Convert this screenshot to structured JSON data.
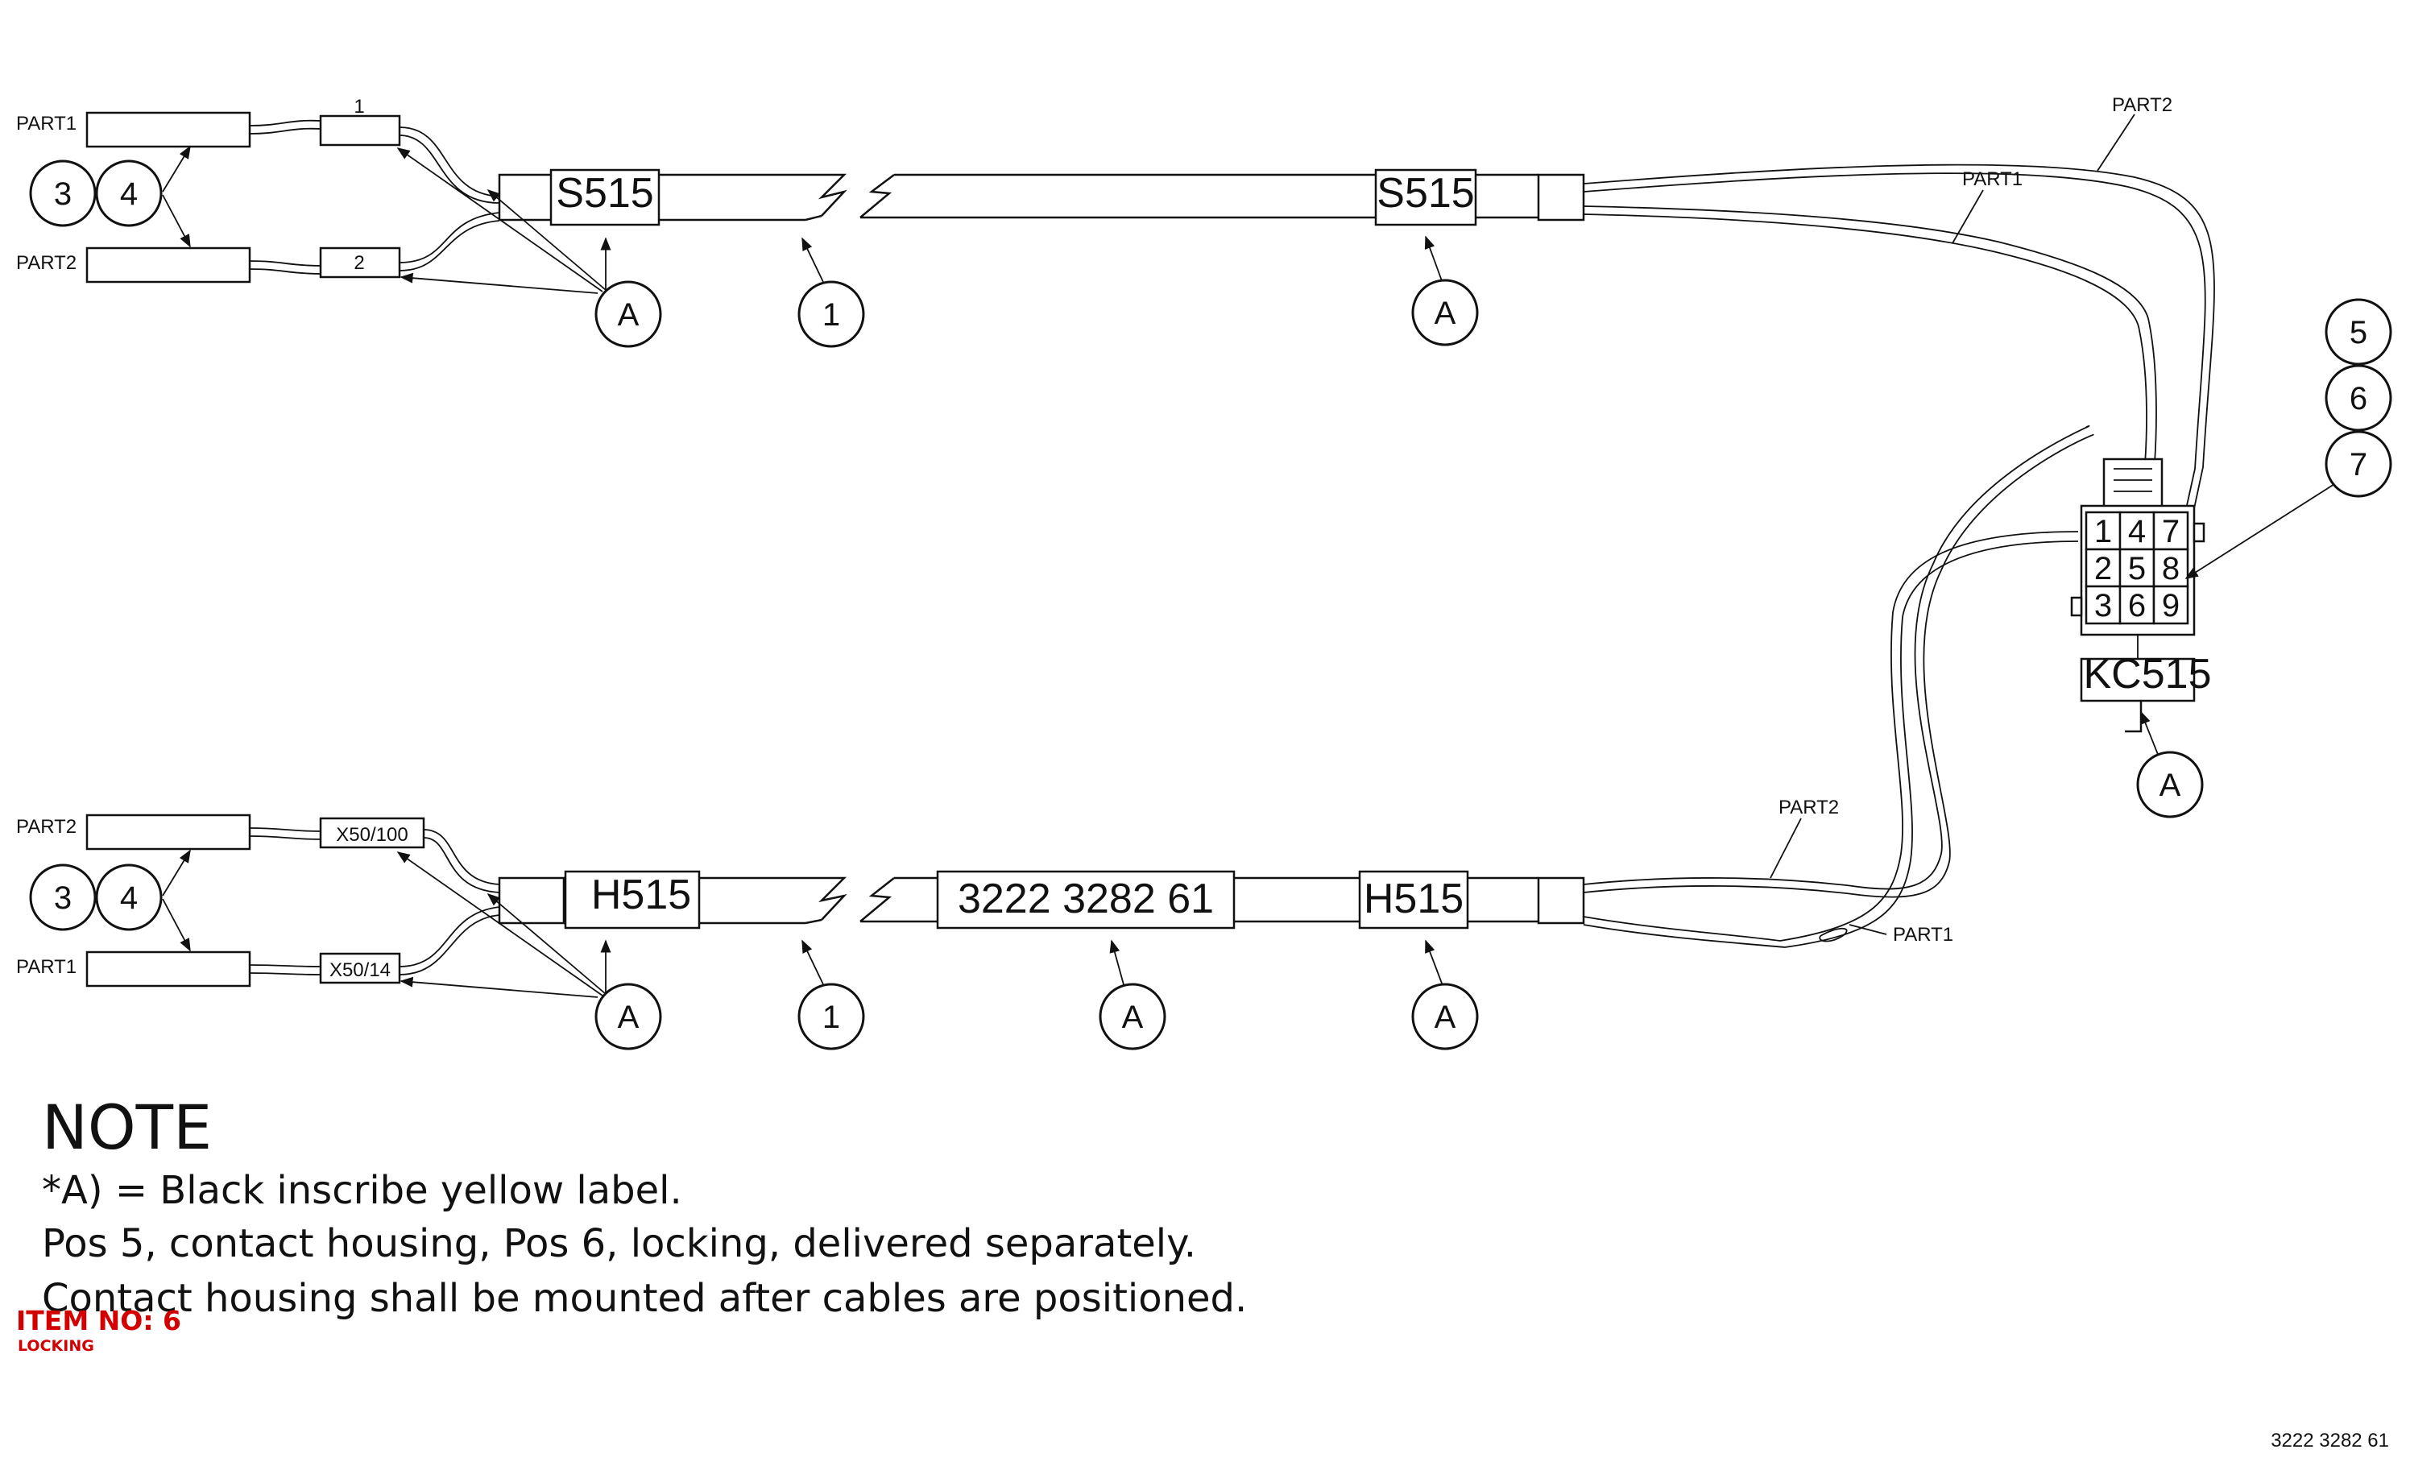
{
  "top_cable": {
    "part1_label": "PART1",
    "part2_label": "PART2",
    "wire1_marker": "1",
    "wire2_marker": "2",
    "left_marker": "S515",
    "right_marker": "S515",
    "branch_part2_label": "PART2",
    "branch_part1_label": "PART1"
  },
  "bottom_cable": {
    "part2_label": "PART2",
    "part1_label": "PART1",
    "wire1_marker": "X50/100",
    "wire2_marker": "X50/14",
    "left_marker": "H515",
    "center_label": "3222 3282 61",
    "right_marker": "H515",
    "branch_part2_label": "PART2",
    "branch_part1_label": "PART1"
  },
  "connector": {
    "pins": [
      "1",
      "4",
      "7",
      "2",
      "5",
      "8",
      "3",
      "6",
      "9"
    ],
    "marker": "KC515"
  },
  "balloons": {
    "top_item3": "3",
    "top_item4": "4",
    "top_a_left": "A",
    "top_cable_1": "1",
    "top_a_right": "A",
    "item5": "5",
    "item6": "6",
    "item7": "7",
    "connector_a": "A",
    "bot_item3": "3",
    "bot_item4": "4",
    "bot_a_left": "A",
    "bot_cable_1": "1",
    "bot_a_center": "A",
    "bot_a_right": "A"
  },
  "note": {
    "heading": "NOTE",
    "line1": "*A) = Black inscribe yellow label.",
    "line2": "Pos 5, contact housing, Pos 6, locking, delivered separately.",
    "line3": "Contact housing shall be mounted after cables are positioned."
  },
  "stamp": {
    "item_no": "ITEM NO: 6",
    "item_name": "LOCKING"
  },
  "document_number": "3222 3282 61"
}
